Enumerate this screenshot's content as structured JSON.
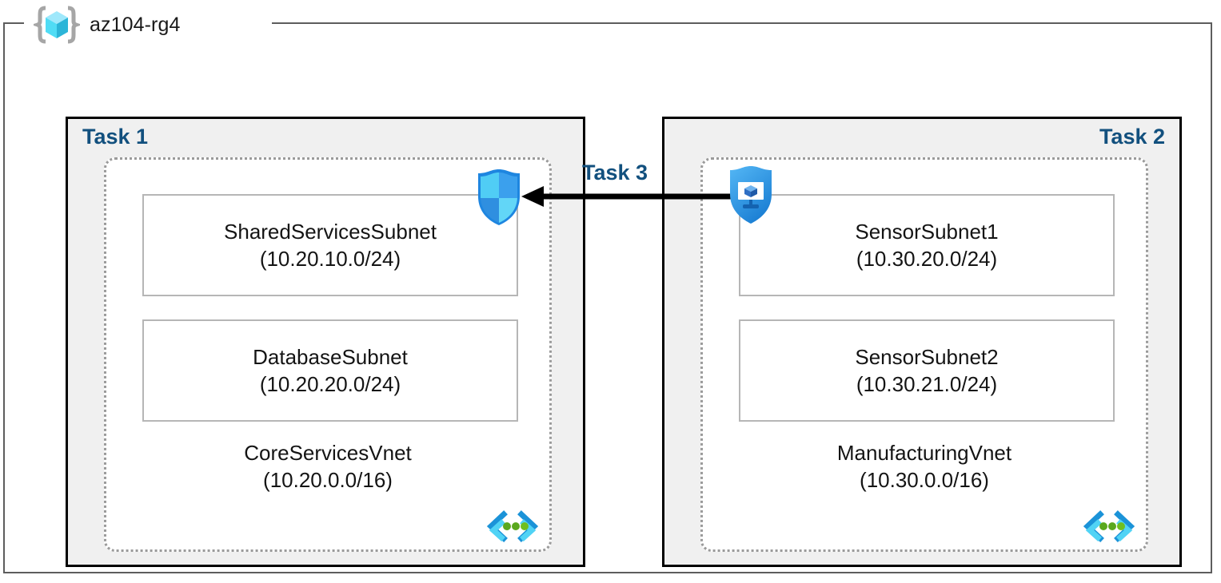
{
  "resource_group": {
    "name": "az104-rg4",
    "icon": "azure-resource-group-icon"
  },
  "tasks": [
    {
      "label": "Task 1",
      "align": "left",
      "vnet": {
        "name": "CoreServicesVnet",
        "cidr": "(10.20.0.0/16)",
        "icon": "virtual-network-icon",
        "subnets": [
          {
            "name": "SharedServicesSubnet",
            "cidr": "(10.20.10.0/24)"
          },
          {
            "name": "DatabaseSubnet",
            "cidr": "(10.20.20.0/24)"
          }
        ]
      }
    },
    {
      "label": "Task 2",
      "align": "right",
      "vnet": {
        "name": "ManufacturingVnet",
        "cidr": "(10.30.0.0/16)",
        "icon": "virtual-network-icon",
        "subnets": [
          {
            "name": "SensorSubnet1",
            "cidr": "(10.30.20.0/24)"
          },
          {
            "name": "SensorSubnet2",
            "cidr": "(10.30.21.0/24)"
          }
        ]
      }
    }
  ],
  "connection": {
    "label": "Task 3",
    "direction": "right-to-left",
    "source_icon": "defender-shield-icon",
    "target_icon": "firewall-shield-icon"
  },
  "colors": {
    "task_label": "#12507e",
    "panel_fill": "#f0f0f0",
    "panel_border": "#000000",
    "vnet_dotted_border": "#9a9a9a",
    "subnet_border": "#b6b6b6",
    "outer_border": "#5d5d5d",
    "arrow": "#000000",
    "cube_cyan_light": "#9fe8fb",
    "cube_cyan_mid": "#50dcf5",
    "cube_cyan_dark": "#2cb5d8",
    "shield_blue": "#3ba0ed",
    "shield_cyan": "#4fc5f5",
    "vnet_icon_blue": "#1b93d8",
    "vnet_icon_cyan": "#50d3f5",
    "vnet_icon_green": "#5aa81e"
  }
}
